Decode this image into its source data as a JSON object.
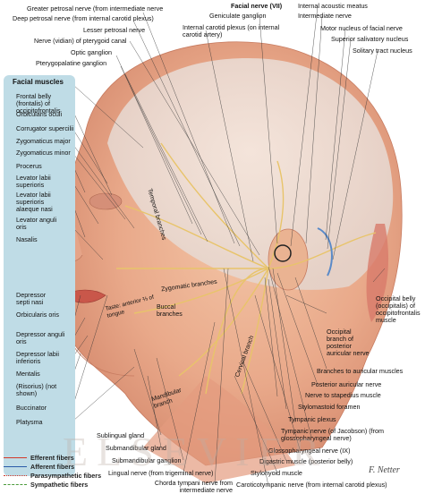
{
  "panel_title": "Facial muscles",
  "top_labels": {
    "greater_petrosal": "Greater petrosal nerve (from intermediate nerve",
    "deep_petrosal": "Deep petrosal nerve (from internal carotid plexus)",
    "lesser_petrosal": "Lesser petrosal nerve",
    "vidian": "Nerve (vidian) of pterygoid canal",
    "optic_ganglion": "Optic ganglion",
    "pterygopalatine": "Pterygopalatine ganglion",
    "facial_nerve": "Facial nerve (VII)",
    "geniculate": "Geniculate ganglion",
    "internal_acoustic": "Internal acoustic meatus",
    "intermediate": "Intermediate nerve",
    "internal_carotid": "Internal carotid plexus (on internal carotid artery)",
    "motor_nucleus": "Motor nucleus of facial nerve",
    "superior_salivatory": "Superior salivatory nucleus",
    "solitary_tract": "Solitary tract nucleus"
  },
  "left_labels": [
    "Frontal belly (frontalis) of occipitofrontalis",
    "Orbicularis oculi",
    "Corrugator supercilii",
    "Zygomaticus major",
    "Zygomaticus minor",
    "Procerus",
    "Levator labii superioris",
    "Levator labii superioris alaeque nasi",
    "Levator anguli oris",
    "Nasalis",
    "Depressor septi nasi",
    "Orbicularis oris",
    "Depressor anguli oris",
    "Depressor labii inferioris",
    "Mentalis",
    "(Risorius) (not shown)",
    "Buccinator",
    "Platysma"
  ],
  "right_labels": {
    "occipital_belly": "Occipital belly (occipitalis) of occipitofrontalis muscle",
    "occipital_branch": "Occipital branch of posterior auricular nerve",
    "branches_auricular": "Branches to auricular muscles",
    "posterior_auricular": "Posterior auricular nerve",
    "nerve_stapedius": "Nerve to stapedius muscle",
    "stylomastoid": "Stylomastoid foramen",
    "tympanic_plexus": "Tympanic plexus",
    "tympanic_nerve": "Tympanic nerve (of Jacobson) (from glossopharyngeal nerve)",
    "glossopharyngeal": "Glossopharyngeal nerve (IX)",
    "digastric": "Digastric muscle (posterior belly)",
    "stylohyoid": "Stylohyoid muscle",
    "caroticotympanic": "Caroticotympanic nerve (from internal carotid plexus)"
  },
  "bottom_labels": {
    "sublingual": "Sublingual gland",
    "submandibular_gland": "Submandibular gland",
    "submandibular_ganglion": "Submandibular ganglion",
    "lingual": "Lingual nerve (from trigeminal nerve)",
    "chorda_tympani": "Chorda tympani nerve from intermediate nerve"
  },
  "branch_labels": {
    "temporal": "Temporal branches",
    "zygomatic": "Zygomatic branches",
    "buccal": "Buccal branches",
    "taste": "Taste: anterior ⅔ of tongue",
    "mandibular": "Mandibular branch",
    "cervical": "Cervical branch"
  },
  "legend": [
    {
      "label": "Efferent fibers",
      "color": "#d23a2a",
      "style": "solid"
    },
    {
      "label": "Afferent fibers",
      "color": "#2a5aa8",
      "style": "solid"
    },
    {
      "label": "Parasympathetic fibers",
      "color": "#d23a2a",
      "style": "dotted"
    },
    {
      "label": "Sympathetic fibers",
      "color": "#4a9a3a",
      "style": "dashed"
    }
  ],
  "watermark": "ELSEVIER",
  "signature": "F. Netter"
}
